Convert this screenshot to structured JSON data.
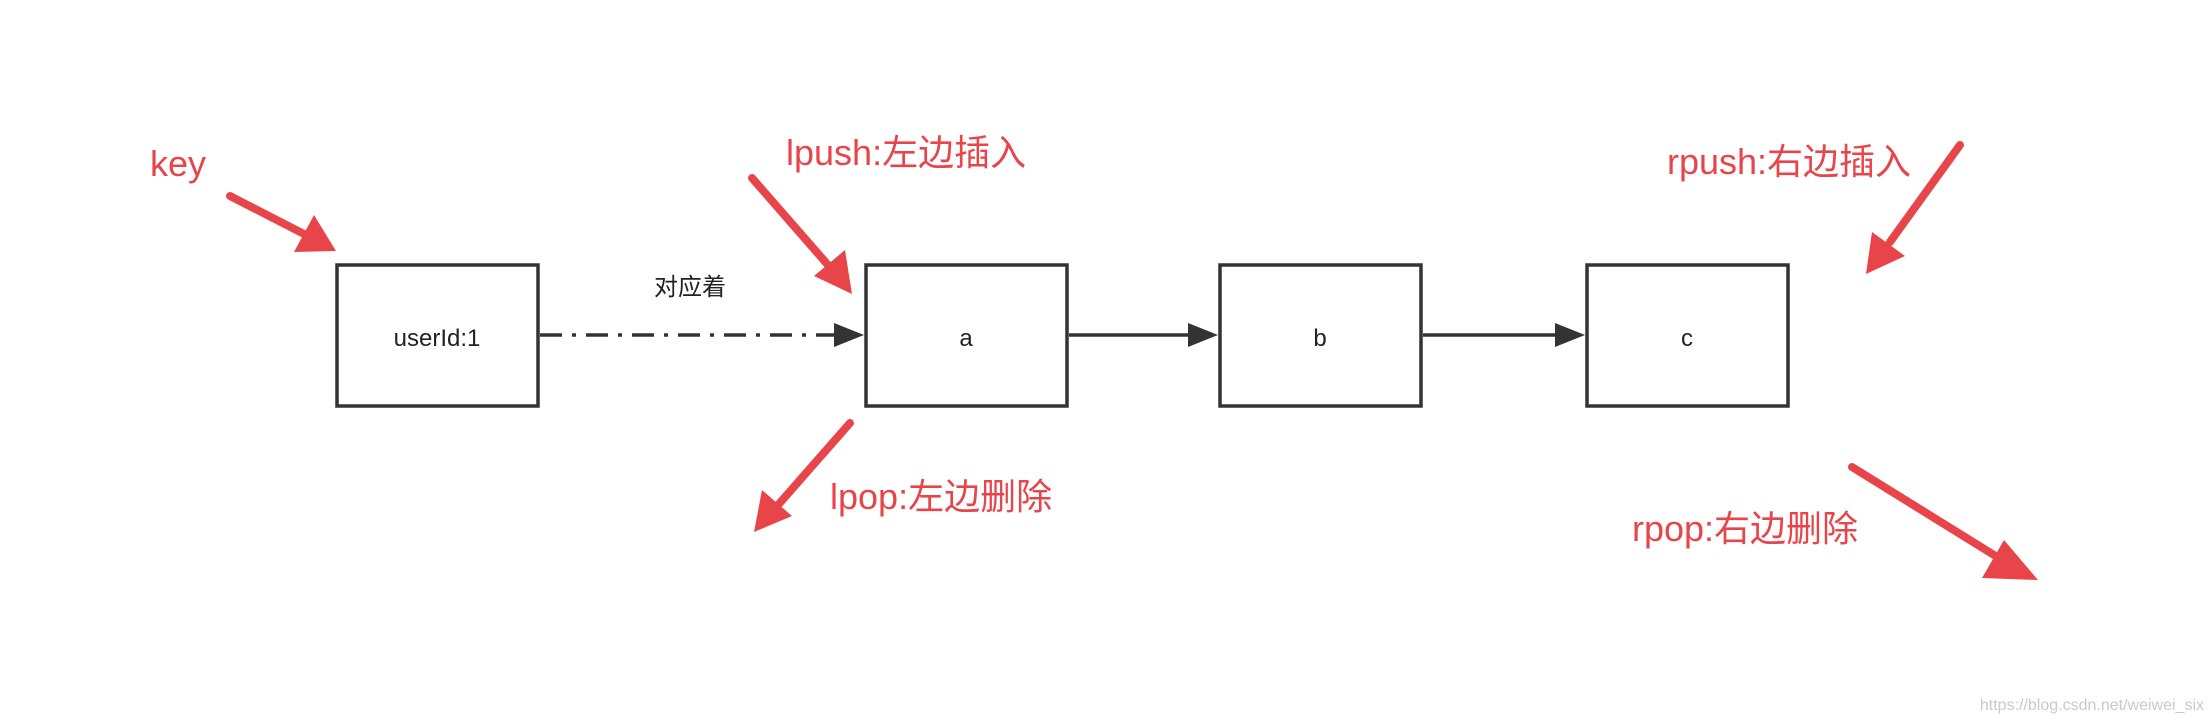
{
  "diagram": {
    "nodes": {
      "key": "userId:1",
      "a": "a",
      "b": "b",
      "c": "c"
    },
    "edge_caption": "对应着",
    "labels": {
      "key": "key",
      "lpush": "lpush:左边插入",
      "lpop": "lpop:左边删除",
      "rpush": "rpush:右边插入",
      "rpop": "rpop:右边删除"
    },
    "watermark": "https://blog.csdn.net/weiwei_six"
  },
  "colors": {
    "annotation_red": "#e8454a",
    "line_dark": "#333333"
  }
}
